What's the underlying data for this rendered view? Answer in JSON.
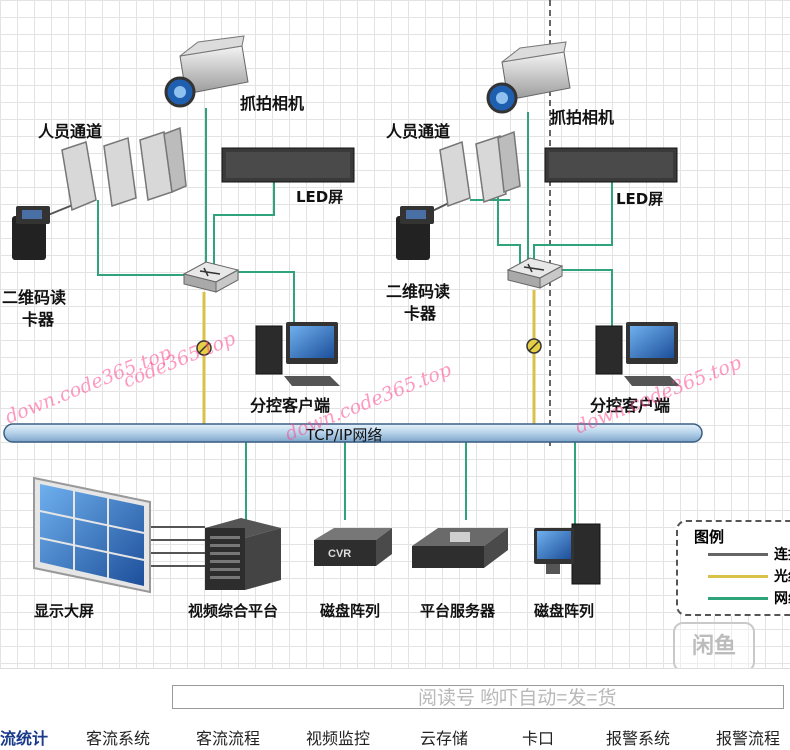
{
  "labels": {
    "camera_left": "抓拍相机",
    "camera_right": "抓拍相机",
    "gate_left": "人员通道",
    "gate_right": "人员通道",
    "led_left": "LED屏",
    "led_right": "LED屏",
    "reader_left_line1": "二维码读",
    "reader_left_line2": "卡器",
    "reader_right_line1": "二维码读",
    "reader_right_line2": "卡器",
    "client_left": "分控客户端",
    "client_right": "分控客户端",
    "network": "TCP/IP网络",
    "video_wall": "显示大屏",
    "video_platform": "视频综合平台",
    "disk_array_left": "磁盘阵列",
    "platform_server": "平台服务器",
    "disk_array_right": "磁盘阵列",
    "cvr": "CVR"
  },
  "legend": {
    "title": "图例",
    "items": [
      {
        "label": "连接",
        "color": "#666666"
      },
      {
        "label": "光纤",
        "color": "#d9c24a"
      },
      {
        "label": "网线",
        "color": "#2fa37a"
      }
    ]
  },
  "watermarks": [
    "down.code365.top",
    "down.code365.top",
    "down.code365.top",
    "code365.top"
  ],
  "bottom_bar": {
    "address_overlay": "阅读号 哟吓自动=发=货",
    "tabs": [
      "流统计",
      "客流系统",
      "客流流程",
      "视频监控",
      "云存储",
      "卡口",
      "报警系统",
      "报警流程"
    ],
    "active_tab": "流统计"
  },
  "logo_watermark": "闲鱼",
  "colors": {
    "network_line": "#2fa37a",
    "fiber_line": "#d9c24a",
    "link_line": "#555555",
    "bus_fill": "#b9d6ee",
    "bus_stroke": "#3a5f86"
  }
}
